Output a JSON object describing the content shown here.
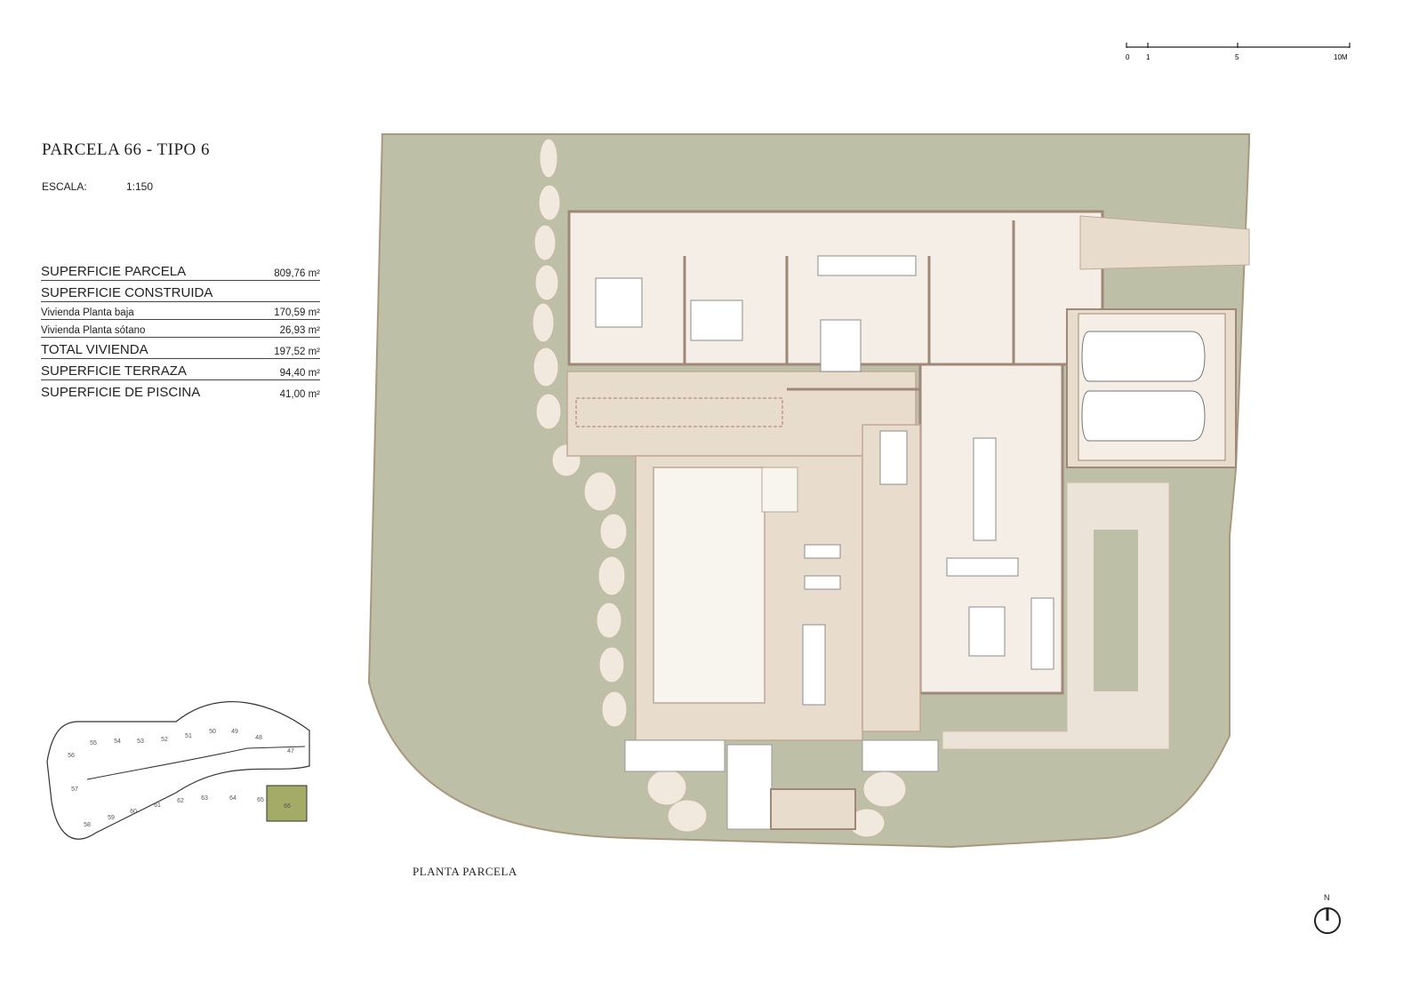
{
  "title": "PARCELA 66 - TIPO 6",
  "escala": {
    "label": "ESCALA:",
    "value": "1:150"
  },
  "areas": [
    {
      "label": "SUPERFICIE PARCELA",
      "value": "809,76 m²",
      "size": "big"
    },
    {
      "label": "SUPERFICIE CONSTRUIDA",
      "value": "",
      "size": "big"
    },
    {
      "label": "Vivienda Planta baja",
      "value": "170,59 m²",
      "size": "small"
    },
    {
      "label": "Vivienda Planta sótano",
      "value": "26,93 m²",
      "size": "small"
    },
    {
      "label": "TOTAL VIVIENDA",
      "value": "197,52 m²",
      "size": "big"
    },
    {
      "label": "SUPERFICIE TERRAZA",
      "value": "94,40 m²",
      "size": "big"
    },
    {
      "label": "SUPERFICIE DE PISCINA",
      "value": "41,00 m²",
      "size": "big"
    }
  ],
  "scale_bar": {
    "ticks": [
      "0",
      "1",
      "5",
      "10M"
    ]
  },
  "plan_label": "PLANTA PARCELA",
  "north_label": "N",
  "keymap": {
    "top_row": [
      "56",
      "55",
      "54",
      "53",
      "52",
      "51",
      "50",
      "49",
      "48",
      "47"
    ],
    "bottom_row": [
      "57",
      "58",
      "59",
      "60",
      "61",
      "62",
      "63",
      "64",
      "65",
      "66"
    ],
    "highlighted": "66"
  },
  "colors": {
    "garden": "#bdbfa6",
    "garden_edge": "#a9987f",
    "interior": "#f4eee6",
    "terrace": "#e8dccd",
    "wall": "#a08878",
    "pool": "#f7f5ee",
    "gravel": "#ebe3d7",
    "highlight": "#a4ab66"
  }
}
